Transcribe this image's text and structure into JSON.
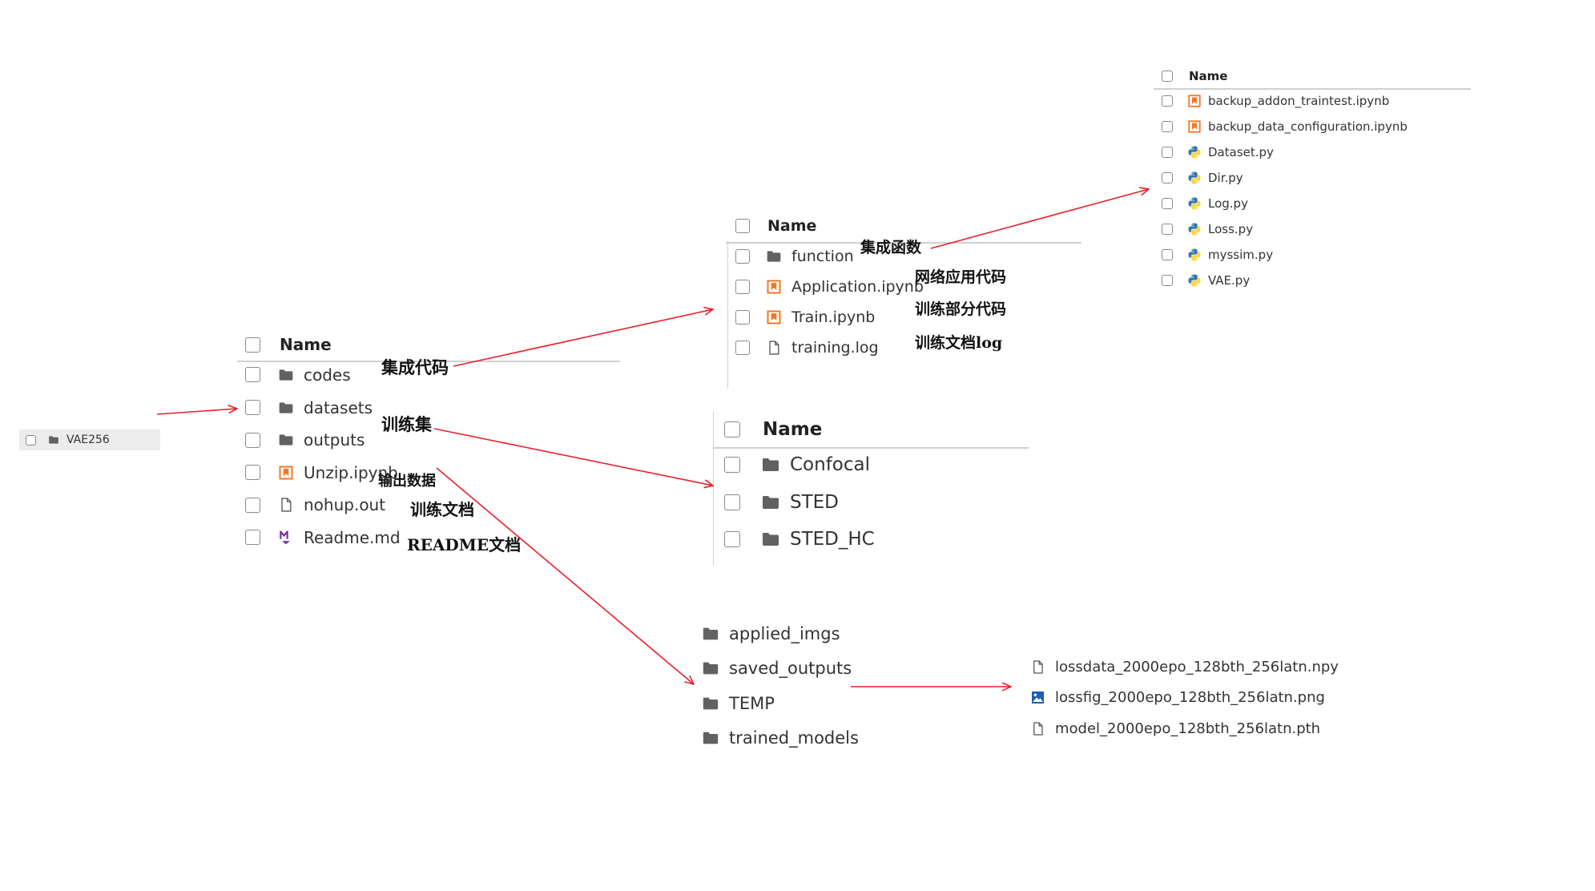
{
  "colors": {
    "arrow": "#e8202a",
    "folder": "#616161",
    "notebook": "#f37726",
    "markdown": "#7b2fa8",
    "image": "#1a5fb4"
  },
  "vae_item": {
    "label": "VAE256",
    "icon": "folder-icon"
  },
  "main_panel": {
    "header": "Name",
    "items": [
      {
        "label": "codes",
        "icon": "folder-icon"
      },
      {
        "label": "datasets",
        "icon": "folder-icon"
      },
      {
        "label": "outputs",
        "icon": "folder-icon"
      },
      {
        "label": "Unzip.ipynb",
        "icon": "notebook-icon"
      },
      {
        "label": "nohup.out",
        "icon": "file-icon"
      },
      {
        "label": "Readme.md",
        "icon": "markdown-icon"
      }
    ]
  },
  "codes_panel": {
    "header": "Name",
    "items": [
      {
        "label": "function",
        "icon": "folder-icon"
      },
      {
        "label": "Application.ipynb",
        "icon": "notebook-icon"
      },
      {
        "label": "Train.ipynb",
        "icon": "notebook-icon"
      },
      {
        "label": "training.log",
        "icon": "file-icon"
      }
    ]
  },
  "function_panel": {
    "header": "Name",
    "items": [
      {
        "label": "backup_addon_traintest.ipynb",
        "icon": "notebook-icon"
      },
      {
        "label": "backup_data_configuration.ipynb",
        "icon": "notebook-icon"
      },
      {
        "label": "Dataset.py",
        "icon": "python-icon"
      },
      {
        "label": "Dir.py",
        "icon": "python-icon"
      },
      {
        "label": "Log.py",
        "icon": "python-icon"
      },
      {
        "label": "Loss.py",
        "icon": "python-icon"
      },
      {
        "label": "myssim.py",
        "icon": "python-icon"
      },
      {
        "label": "VAE.py",
        "icon": "python-icon"
      }
    ]
  },
  "datasets_panel": {
    "header": "Name",
    "items": [
      {
        "label": "Confocal",
        "icon": "folder-icon"
      },
      {
        "label": "STED",
        "icon": "folder-icon"
      },
      {
        "label": "STED_HC",
        "icon": "folder-icon"
      }
    ]
  },
  "outputs_panel": {
    "items": [
      {
        "label": "applied_imgs",
        "icon": "folder-icon"
      },
      {
        "label": "saved_outputs",
        "icon": "folder-icon"
      },
      {
        "label": "TEMP",
        "icon": "folder-icon"
      },
      {
        "label": "trained_models",
        "icon": "folder-icon"
      }
    ]
  },
  "saved_outputs_panel": {
    "items": [
      {
        "label": "lossdata_2000epo_128bth_256latn.npy",
        "icon": "file-icon"
      },
      {
        "label": "lossfig_2000epo_128bth_256latn.png",
        "icon": "image-icon"
      },
      {
        "label": "model_2000epo_128bth_256latn.pth",
        "icon": "file-icon"
      }
    ]
  },
  "annotations": {
    "codes": "集成代码",
    "datasets": "训练集",
    "outputs": "输出数据",
    "nohup": "训练文档",
    "readme": "README文档",
    "function": "集成函数",
    "application": "网络应用代码",
    "train": "训练部分代码",
    "training_log": "训练文档log"
  }
}
